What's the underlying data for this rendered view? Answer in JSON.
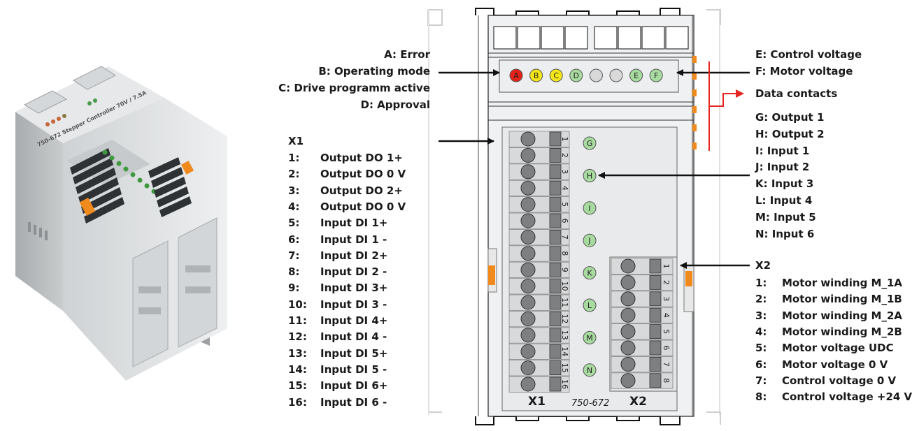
{
  "module_type": "750-672",
  "product_print": "750-672 Stepper Controller 70V / 7.5A",
  "leds_top": {
    "items": [
      {
        "letter": "A",
        "color": "#e32219"
      },
      {
        "letter": "B",
        "color": "#f5e61a"
      },
      {
        "letter": "C",
        "color": "#f5e61a"
      },
      {
        "letter": "D",
        "color": "#a8dba0"
      },
      {
        "letter": "",
        "color": "#d9d9d9"
      },
      {
        "letter": "",
        "color": "#d9d9d9"
      },
      {
        "letter": "E",
        "color": "#a8dba0"
      },
      {
        "letter": "F",
        "color": "#a8dba0"
      }
    ]
  },
  "leds_mid": [
    "G",
    "H",
    "I",
    "J",
    "K",
    "L",
    "M",
    "N"
  ],
  "left_led_labels": [
    "A: Error",
    "B: Operating mode",
    "C: Drive programm active",
    "D: Approval"
  ],
  "right_led_labels": [
    "E: Control voltage",
    "F: Motor voltage"
  ],
  "data_contacts_label": "Data contacts",
  "right_io_labels": [
    "G: Output 1",
    "H: Output 2",
    "I:  Input 1",
    "J:  Input 2",
    "K:  Input 3",
    "L:  Input 4",
    "M: Input 5",
    "N: Input 6"
  ],
  "x1": {
    "title": "X1",
    "pins": [
      {
        "num": "1:",
        "label": "Output DO 1+"
      },
      {
        "num": "2:",
        "label": "Output DO 0 V"
      },
      {
        "num": "3:",
        "label": "Output DO 2+"
      },
      {
        "num": "4:",
        "label": "Output DO 0 V"
      },
      {
        "num": "5:",
        "label": "Input DI 1+"
      },
      {
        "num": "6:",
        "label": "Input DI 1 -"
      },
      {
        "num": "7:",
        "label": "Input DI 2+"
      },
      {
        "num": "8:",
        "label": "Input DI 2 -"
      },
      {
        "num": "9:",
        "label": "Input DI 3+"
      },
      {
        "num": "10:",
        "label": "Input DI 3 -"
      },
      {
        "num": "11:",
        "label": "Input DI 4+"
      },
      {
        "num": "12:",
        "label": "Input DI 4 -"
      },
      {
        "num": "13:",
        "label": "Input DI 5+"
      },
      {
        "num": "14:",
        "label": "Input DI 5 -"
      },
      {
        "num": "15:",
        "label": "Input DI 6+"
      },
      {
        "num": "16:",
        "label": "Input DI 6 -"
      }
    ],
    "terminal_numbers": [
      "1",
      "2",
      "3",
      "4",
      "5",
      "6",
      "7",
      "8",
      "9",
      "10",
      "11",
      "12",
      "13",
      "14",
      "15",
      "16"
    ]
  },
  "x2": {
    "title": "X2",
    "pins": [
      {
        "num": "1:",
        "label": "Motor winding M_1A"
      },
      {
        "num": "2:",
        "label": "Motor winding M_1B"
      },
      {
        "num": "3:",
        "label": "Motor winding M_2A"
      },
      {
        "num": "4:",
        "label": "Motor winding M_2B"
      },
      {
        "num": "5:",
        "label": "Motor voltage UDC"
      },
      {
        "num": "6:",
        "label": "Motor voltage 0 V"
      },
      {
        "num": "7:",
        "label": "Control voltage 0 V"
      },
      {
        "num": "8:",
        "label": "Control voltage +24 V"
      }
    ],
    "terminal_numbers": [
      "1",
      "2",
      "3",
      "4",
      "5",
      "6",
      "7",
      "8"
    ]
  },
  "colors": {
    "data_contact_arrow": "#e52521",
    "orange_tab": "#f08a1c",
    "led_green": "#a8dba0",
    "led_red": "#e32219",
    "led_yellow": "#f5e61a"
  }
}
